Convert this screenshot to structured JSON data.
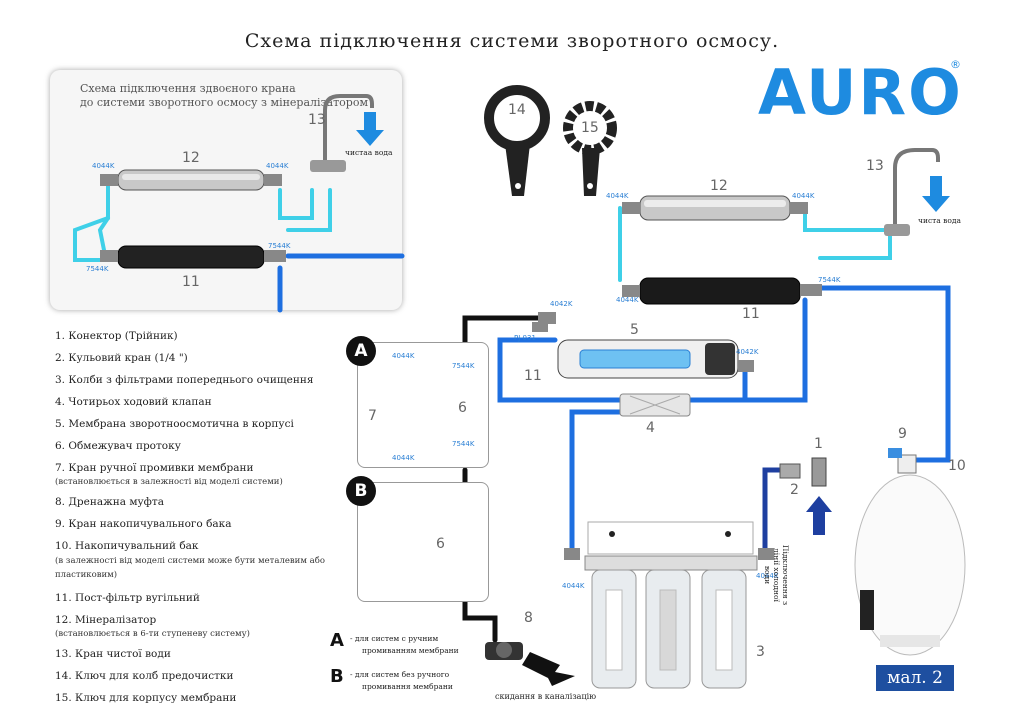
{
  "title": "Схема підключення системи зворотного осмосу.",
  "brand": {
    "logo_text": "AURO",
    "registered": "®",
    "blue": "#1e8be0"
  },
  "inset": {
    "title_line1": "Схема підключення здвоєного крана",
    "title_line2": "до системи зворотного осмосу з мінералізатором",
    "label_12": "12",
    "label_11": "11",
    "label_13": "13",
    "clean_water": "чистаа вода",
    "code_4044_left": "4044K",
    "code_4044_right": "4044K",
    "code_7544_left": "7544K",
    "code_7544_right": "7544K"
  },
  "legend": [
    {
      "text": "1. Конектор (Трійник)"
    },
    {
      "text": "2. Кульовий кран (1/4 \")"
    },
    {
      "text": "3. Колби з фільтрами попереднього очищення"
    },
    {
      "text": "4. Чотирьох ходовий клапан"
    },
    {
      "text": "5. Мембрана зворотноосмотична  в корпусі"
    },
    {
      "text": "6. Обмежувач протоку"
    },
    {
      "text": "7. Кран ручної промивки мембрани",
      "sub": "(встановлюється в залежності від моделі системи)"
    },
    {
      "text": "8. Дренажна муфта"
    },
    {
      "text": "9. Кран накопичувального бака"
    },
    {
      "text": "10. Накопичувальний бак",
      "sub": "(в залежності від моделі системи може бути металевим або",
      "sub2": "пластиковим)"
    },
    {
      "text": "11. Пост-фільтр вугільний"
    },
    {
      "text": "12. Мінералізатор",
      "sub": "(встановлюється в 6-ти ступеневу систему)"
    },
    {
      "text": "13. Кран чистої води"
    },
    {
      "text": "14. Ключ для колб предочистки"
    },
    {
      "text": "15. Ключ для корпусу мембрани"
    }
  ],
  "main": {
    "n1": "1",
    "n2": "2",
    "n3": "3",
    "n4": "4",
    "n5": "5",
    "n6a": "6",
    "n6b": "6",
    "n7": "7",
    "n8": "8",
    "n9": "9",
    "n10": "10",
    "n11a": "11",
    "n11b": "11",
    "n12": "12",
    "n13": "13",
    "n14": "14",
    "n15": "15",
    "clean_water": "чиста вода",
    "code_4044_12l": "4044K",
    "code_4044_12r": "4044K",
    "code_4044_11l": "4044K",
    "code_7544_11r": "7544K",
    "code_4042_top": "4042K",
    "code_pj": "PJ-031",
    "code_4042_mem": "4042K",
    "code_4044_a1": "4044K",
    "code_7544_a1": "7544K",
    "code_4044_a2": "4044K",
    "code_7544_a2": "7544K",
    "code_4044_f1": "4044K",
    "code_4044_f3": "4044K",
    "water_supply_line1": "Підключення з",
    "water_supply_line2": "лінії холодної води",
    "drain_label": "скидання в каналізацію",
    "box_a": "A",
    "box_b": "B",
    "note_a_letter": "A",
    "note_a_text1": "- для систем с ручним",
    "note_a_text2": "промиванням мембрани",
    "note_b_letter": "B",
    "note_b_text1": "- для систем без ручного",
    "note_b_text2": "промивання мембрани"
  },
  "figure_label": "мал. 2"
}
